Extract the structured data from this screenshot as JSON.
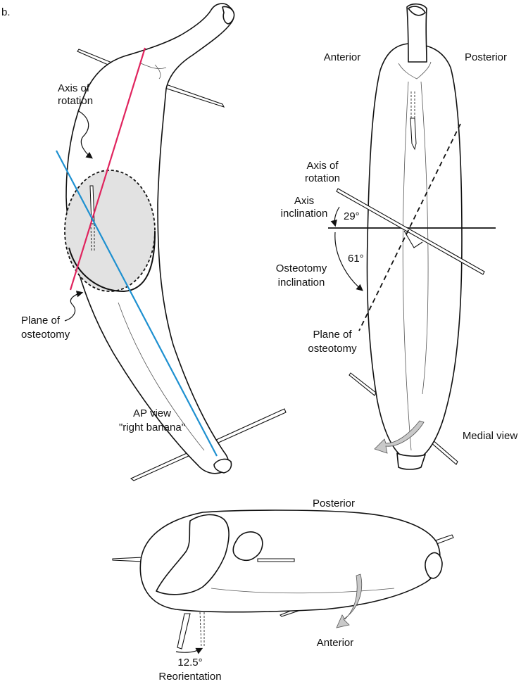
{
  "panel_label": "b.",
  "ap_view": {
    "axis_label_1": "Axis of",
    "axis_label_2": "rotation",
    "plane_label_1": "Plane of",
    "plane_label_2": "osteotomy",
    "caption_1": "AP view",
    "caption_2": "\"right banana\"",
    "colors": {
      "axis_line": "#e0245e",
      "plane_line": "#1e90d0",
      "osteotomy_fill": "#e2e2e2"
    }
  },
  "medial_view": {
    "anterior": "Anterior",
    "posterior": "Posterior",
    "axis_label_1": "Axis of",
    "axis_label_2": "rotation",
    "axis_incl_1": "Axis",
    "axis_incl_2": "inclination",
    "axis_angle": "29°",
    "ost_incl_1": "Osteotomy",
    "ost_incl_2": "inclination",
    "ost_angle": "61°",
    "plane_label_1": "Plane of",
    "plane_label_2": "osteotomy",
    "caption": "Medial view"
  },
  "bottom_view": {
    "posterior": "Posterior",
    "anterior": "Anterior",
    "angle": "12.5°",
    "reorientation": "Reorientation"
  }
}
